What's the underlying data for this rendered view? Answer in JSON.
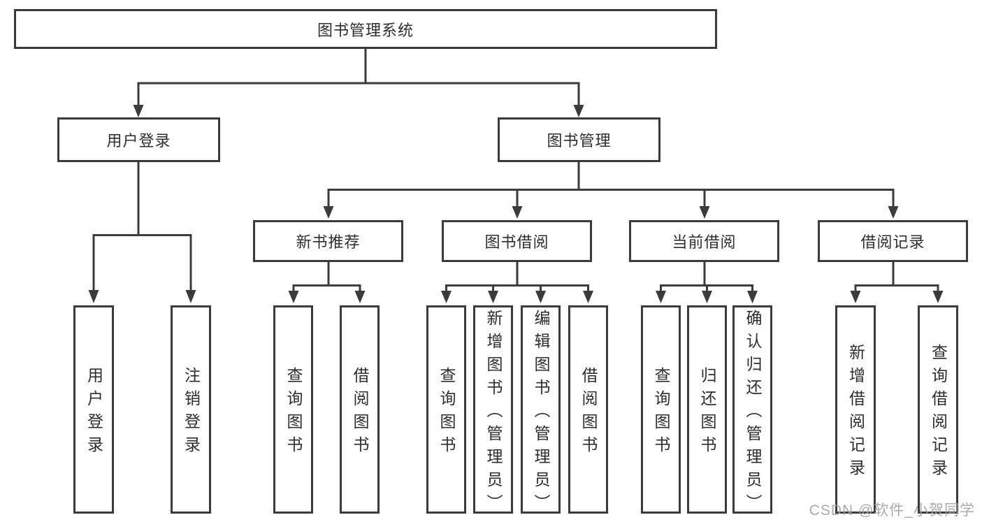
{
  "tree": {
    "root": {
      "label": "图书管理系统"
    },
    "branches": [
      {
        "label": "用户登录",
        "children": [
          {
            "label": "用户登录"
          },
          {
            "label": "注销登录"
          }
        ]
      },
      {
        "label": "图书管理",
        "children": [
          {
            "label": "新书推荐",
            "children": [
              {
                "label": "查询图书"
              },
              {
                "label": "借阅图书"
              }
            ]
          },
          {
            "label": "图书借阅",
            "children": [
              {
                "label": "查询图书"
              },
              {
                "label": "新增图书（管理员）"
              },
              {
                "label": "编辑图书（管理员）"
              },
              {
                "label": "借阅图书"
              }
            ]
          },
          {
            "label": "当前借阅",
            "children": [
              {
                "label": "查询图书"
              },
              {
                "label": "归还图书"
              },
              {
                "label": "确认归还（管理员）"
              }
            ]
          },
          {
            "label": "借阅记录",
            "children": [
              {
                "label": "新增借阅记录"
              },
              {
                "label": "查询借阅记录"
              }
            ]
          }
        ]
      }
    ]
  },
  "watermark": {
    "text": "CSDN @软件_小贺同学"
  },
  "colors": {
    "line": "#3b3b3b",
    "text": "#2d2d2d",
    "watermark": "#a2a2a2",
    "background": "#ffffff"
  }
}
